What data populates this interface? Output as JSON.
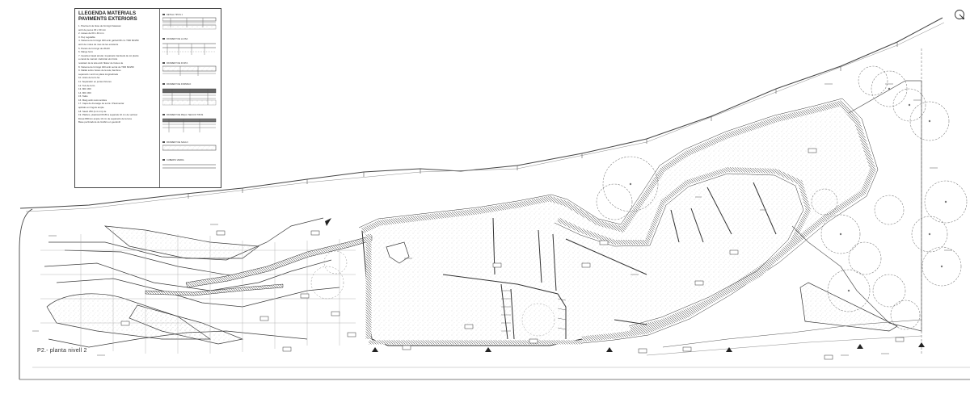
{
  "legend": {
    "title": "LLEGENDA MATERIALS PAVIMENTS EXTERIORS",
    "items": [
      "1. Paviment de llosa de formigó fratassat",
      "   amb de peces 30 x 30 mm",
      "2. Lloses de 60 x 40 mm",
      "3. Peç regulable",
      "4. Sistema de formigó 400 amb garbell 80 cm TDR 60/250",
      "   amb de moles de mes de les existents",
      "5. Parets de formigó de 20x20",
      "6. Marge ferro",
      "7. Guardes basal arrelar, trepatxats tramiteds de tot plants",
      "   a canal de marcat i delimitar els límits",
      "   resistant de la tela amb l'Ester de fustes de",
      "8. Sistema de formigó 400 amb serrat de TDR 60/250",
      "9. Mallat sobre fustes de la tela, llambres",
      "   separació i amb tot placa longitudinals",
      "10. Llistó de ferro fet",
      "11. Separador en juntes fixtures",
      "12. Tub de ferro",
      "13. MIC 300",
      "14. MIC 300",
      "15. Talús",
      "16. Marg amb revis tambés",
      "17. Capa de drenatge de sorra / Pavimentar",
      "    aplicats en lingots ample",
      "18. Sauló 250 (2-4 mm) de",
      "19. Plafons, plasticat DN 80 a separats 10 cm de vertical",
      "    llicuat 800mm ample 10 cm de separació de la lona",
      "    Base perforadora de Gràfics en geotèxtil"
    ],
    "sections": [
      "DETALL TIPUS 1",
      "PAVIMENT DE LLOSA",
      "PAVIMENT DE FUSTA",
      "PAVIMENT DE FORMIGÓ",
      "PAVIMENT DE PEÇA / SECCIÓ TIPUS",
      "PAVIMENT DE SAULÓ",
      "CUBERTA VERDA"
    ]
  },
  "plan_label": "P2.- planta nivell 2",
  "colors": {
    "line": "#3a3a3a",
    "light_line": "#8a8a8a",
    "hatch": "#6d6d6d",
    "paper": "#ffffff"
  },
  "icons": {
    "compass": "north-arrow-icon",
    "tree": "tree-canopy-icon"
  }
}
